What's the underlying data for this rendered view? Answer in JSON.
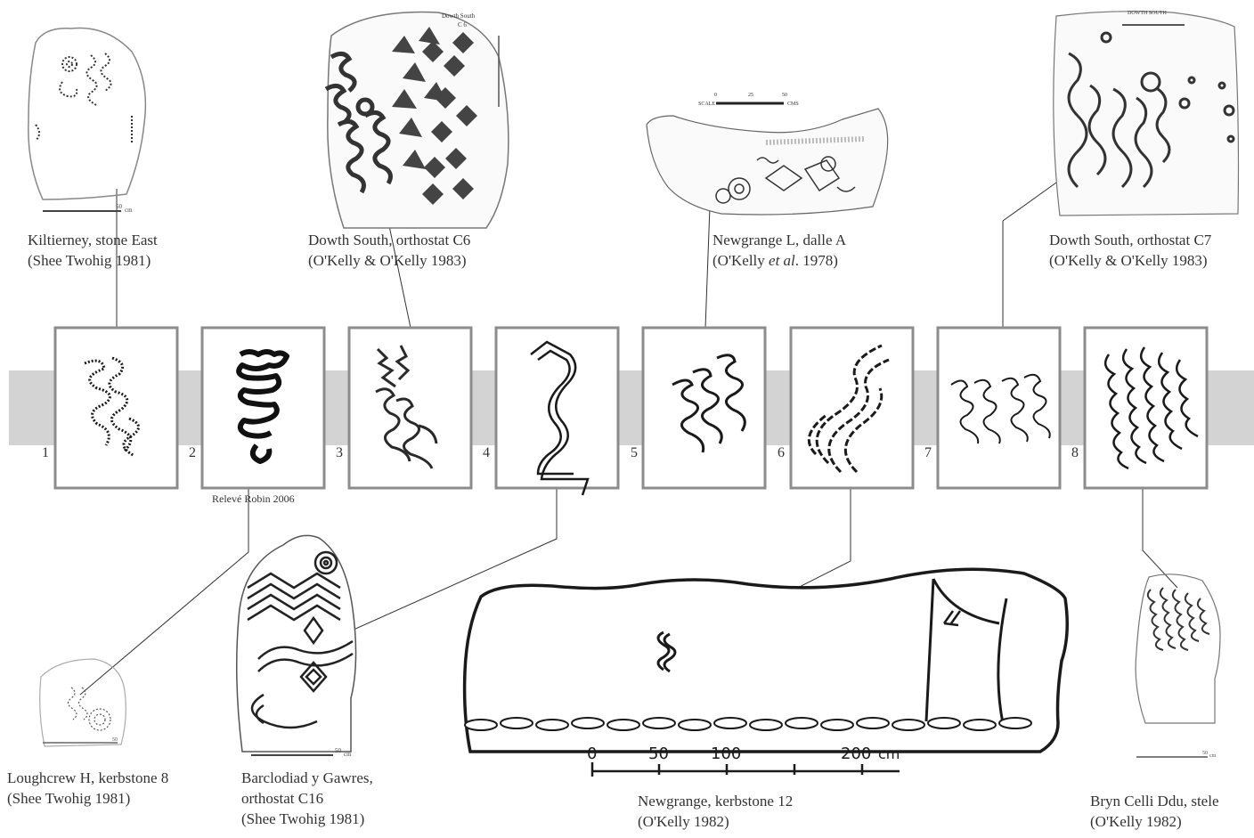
{
  "captions": {
    "kiltierney": {
      "line1": "Kiltierney, stone East",
      "line2": "(Shee Twohig 1981)"
    },
    "dowth_c6": {
      "line1": "Dowth South, orthostat C6",
      "line2": "(O'Kelly & O'Kelly 1983)"
    },
    "newgrange_l": {
      "line1_pre": "Newgrange L, dalle A",
      "line2_pre": "(O'Kelly ",
      "line2_em": "et al",
      "line2_post": ". 1978)"
    },
    "dowth_c7": {
      "line1": "Dowth South, orthostat C7",
      "line2": "(O'Kelly & O'Kelly 1983)"
    },
    "loughcrew": {
      "line1": "Loughcrew H, kerbstone 8",
      "line2": "(Shee Twohig 1981)"
    },
    "barclodiad": {
      "line1": "Barclodiad y Gawres,",
      "line2": "orthostat C16",
      "line3": "(Shee Twohig 1981)"
    },
    "newgrange_k12": {
      "line1": "Newgrange, kerbstone 12",
      "line2": "(O'Kelly 1982)"
    },
    "bryn_celli": {
      "line1": "Bryn Celli Ddu, stele",
      "line2": "(O'Kelly 1982)"
    }
  },
  "credit": "Relevé Robin 2006",
  "panel_numbers": [
    "1",
    "2",
    "3",
    "4",
    "5",
    "6",
    "7",
    "8"
  ],
  "scale_bar": {
    "ticks": [
      "0",
      "50",
      "100",
      "200"
    ],
    "unit": "cm"
  },
  "small_scale_labels": {
    "newgrange_l": {
      "zero": "0",
      "mid": "25",
      "end": "50",
      "prefix": "SCALE",
      "unit": "CMS"
    },
    "dowth_c6_header": "Dowth South",
    "dowth_c6_sub": "C 6",
    "dowth_c7_header": "DOWTH SOUTH",
    "kiltierney_scale": "50",
    "kiltierney_unit": "cm",
    "loughcrew_scale": "50",
    "barclodiad_scale": "50",
    "barclodiad_unit": "cm",
    "bryn_scale": "50",
    "bryn_unit": "cm"
  },
  "colors": {
    "band": "#d3d3d3",
    "frame": "#8c8c8c",
    "ink": "#1a1a1a"
  }
}
